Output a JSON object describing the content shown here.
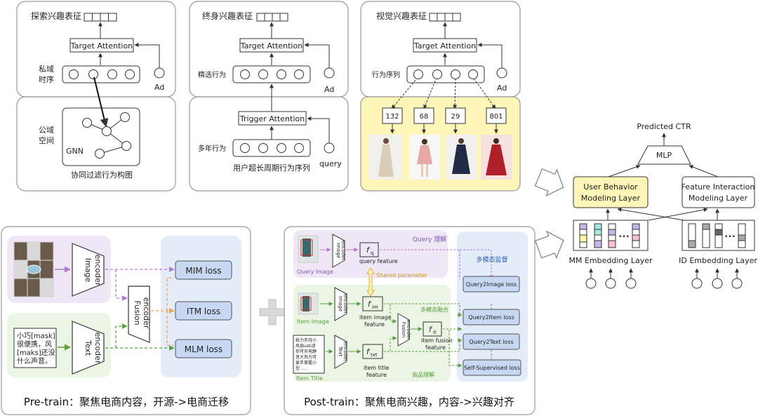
{
  "top": {
    "explore": {
      "title": "探索兴趣表征",
      "attention": "Target Attention",
      "private_label_1": "私域",
      "private_label_2": "时序",
      "ad": "Ad",
      "public_label_1": "公域",
      "public_label_2": "空间",
      "gnn": "GNN",
      "caption": "协同过滤行为构图"
    },
    "lifelong": {
      "title": "终身兴趣表征",
      "attention": "Target Attention",
      "selected": "精选行为",
      "ad": "Ad",
      "trigger": "Trigger Attention",
      "multi_year": "多年行为",
      "query": "query",
      "caption": "用户超长周期行为序列"
    },
    "visual": {
      "title": "视觉兴趣表征",
      "attention": "Target Attention",
      "sequence": "行为序列",
      "ad": "Ad",
      "ids": [
        "132",
        "68",
        "29",
        "801"
      ]
    }
  },
  "ctr": {
    "predicted": "Predicted CTR",
    "mlp": "MLP",
    "ubm_1": "User Behavior",
    "ubm_2": "Modeling Layer",
    "fi_1": "Feature Interaction",
    "fi_2": "Modeling Layer",
    "mm_embed": "MM Embedding Layer",
    "id_embed": "ID Embedding Layer",
    "dots": "•••"
  },
  "pretrain": {
    "image_encoder_1": "Image",
    "image_encoder_2": "encoder",
    "text_encoder_1": "Text",
    "text_encoder_2": "encoder",
    "fusion_1": "Fusion",
    "fusion_2": "encoder",
    "mim": "MIM loss",
    "itm": "ITM loss",
    "mlm": "MLM loss",
    "text_lines": [
      "小巧[mask]",
      "很便携，风",
      "[maks]还没",
      "什么声音。"
    ],
    "caption": "Pre-train：聚焦电商内容，开源->电商迁移"
  },
  "posttrain": {
    "query_understanding": "Query 理解",
    "query_image": "Query Image",
    "query_feature": "query feature",
    "shared": "Shared parameter",
    "item_image": "Item Image",
    "item_image_feature_1": "item image",
    "item_image_feature_2": "feature",
    "multimodal_fusion": "多模态融合",
    "item_fusion_1": "item fusion",
    "item_fusion_2": "feature",
    "item_title": "Item Title",
    "item_title_feature_1": "item title",
    "item_title_feature_2": "feature",
    "product_understanding": "商品理解",
    "supervision": "多模态监督",
    "losses": [
      "Query2Image loss",
      "Query2Item loss",
      "Query2Text loss",
      "Self-Supervised loss"
    ],
    "image_encoder_1": "Image",
    "image_encoder_2": "encoder",
    "text_encoder_1": "Text",
    "text_encoder_2": "encoder",
    "fusion_1": "Fusion",
    "fusion_2": "encoder",
    "fq": "f",
    "fq_sub": "q",
    "fim": "f",
    "fim_sub": "im",
    "fit": "f",
    "fit_sub": "it",
    "ftxt": "f",
    "ftxt_sub": "txt",
    "title_lines": [
      "梳力手持小",
      "风扇usb迷",
      "你可充电静",
      "音大风力可",
      "爱手掌握小",
      "型……"
    ],
    "caption": "Post-train：聚焦电商兴趣，内容->兴趣对齐"
  }
}
